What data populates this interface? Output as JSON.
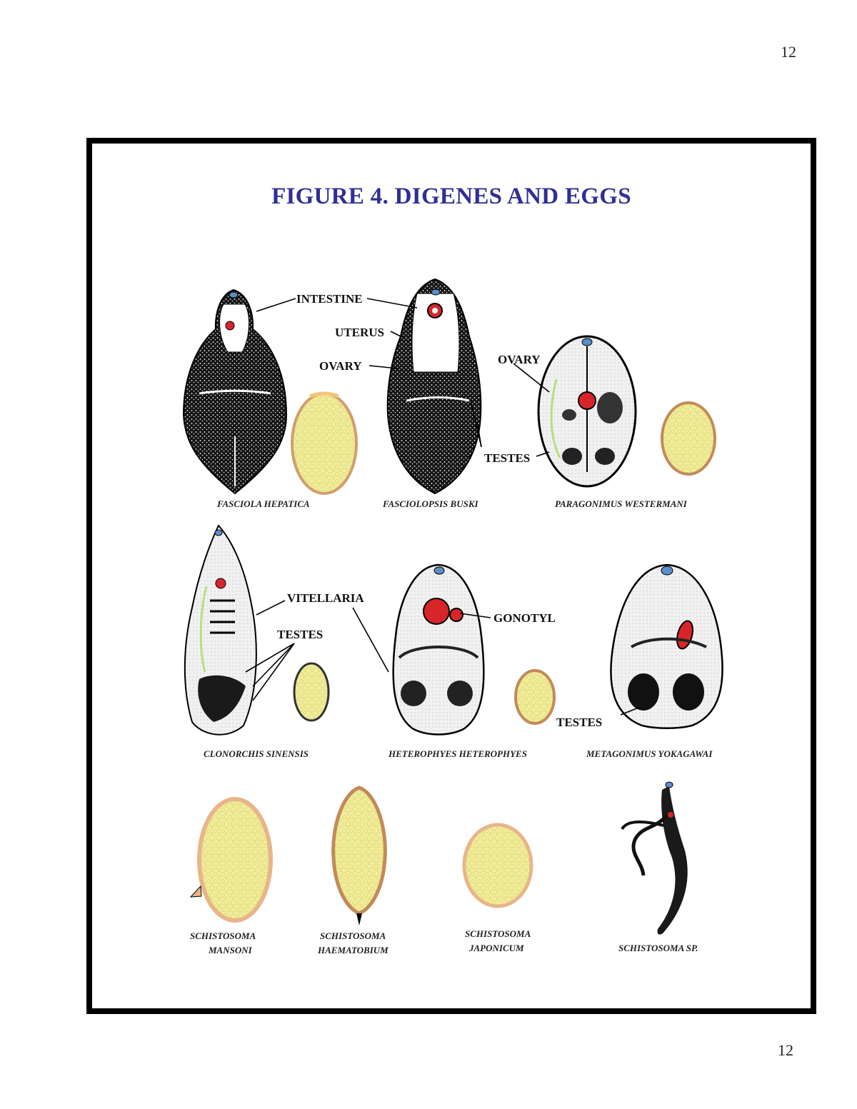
{
  "page_number_top": "12",
  "page_number_bottom": "12",
  "figure_title": "FIGURE 4. DIGENES AND EGGS",
  "labels": {
    "intestine": "INTESTINE",
    "uterus": "UTERUS",
    "ovary_left": "OVARY",
    "ovary_right": "OVARY",
    "testes_top": "TESTES",
    "vitellaria": "VITELLARIA",
    "testes_mid": "TESTES",
    "gonotyl": "GONOTYL",
    "testes_right": "TESTES"
  },
  "captions": {
    "fasciola": "FASCIOLA HEPATICA",
    "fasciolopsis": "FASCIOLOPSIS BUSKI",
    "paragonimus": "PARAGONIMUS WESTERMANI",
    "clonorchis": "CLONORCHIS SINENSIS",
    "heterophyes": "HETEROPHYES HETEROPHYES",
    "metagonimus": "METAGONIMUS YOKAGAWAI",
    "mansoni_1": "SCHISTOSOMA",
    "mansoni_2": "MANSONI",
    "haematobium_1": "SCHISTOSOMA",
    "haematobium_2": "HAEMATOBIUM",
    "japonicum_1": "SCHISTOSOMA",
    "japonicum_2": "JAPONICUM",
    "sp": "SCHISTOSOMA SP."
  },
  "colors": {
    "title": "#2f2f95",
    "egg_fill": "#f2ee9a",
    "egg_shell": "#e8b58a",
    "organ_red": "#d8252a",
    "sucker_blue": "#5b8fc9",
    "vitelline_green": "#b7e07a",
    "body_dark": "#161616"
  },
  "icons": [
    "fluke-illustration",
    "egg-illustration",
    "pointer-line"
  ]
}
